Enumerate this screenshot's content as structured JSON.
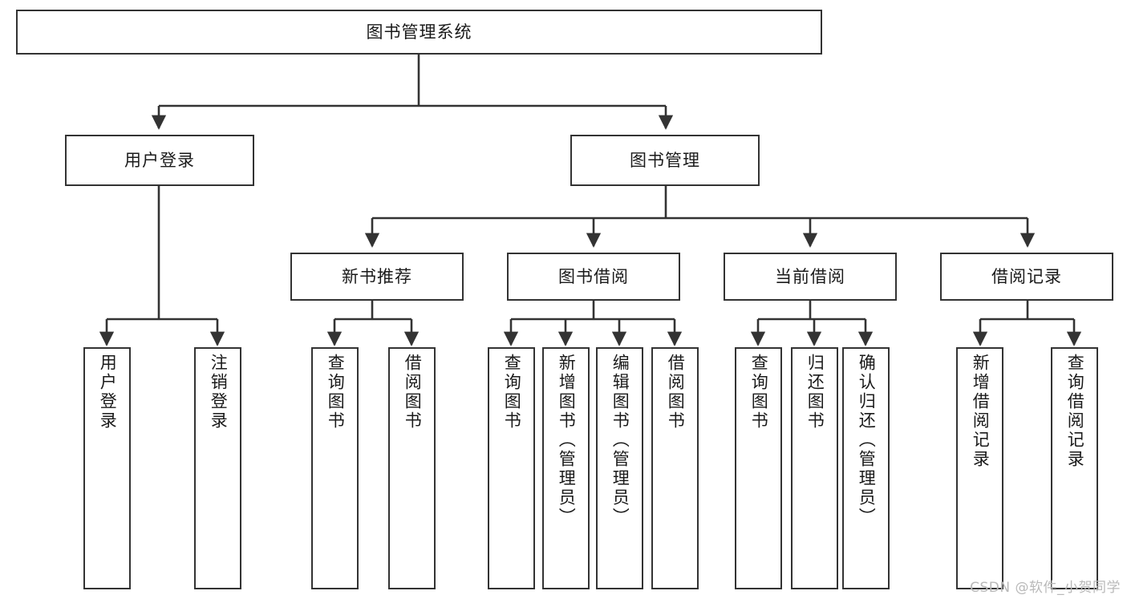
{
  "diagram": {
    "title": "图书管理系统",
    "type": "tree",
    "colors": {
      "border": "#333333",
      "background": "#ffffff",
      "text": "#1a1a1a",
      "watermark": "#b9b9b9"
    },
    "watermark": "CSDN @软件_小贺同学",
    "nodes": {
      "root": {
        "label": "图书管理系统"
      },
      "level2": [
        {
          "label": "用户登录"
        },
        {
          "label": "图书管理"
        }
      ],
      "level3": [
        {
          "label": "新书推荐"
        },
        {
          "label": "图书借阅"
        },
        {
          "label": "当前借阅"
        },
        {
          "label": "借阅记录"
        }
      ],
      "leaves": {
        "user_login": [
          {
            "label": "用户登录"
          },
          {
            "label": "注销登录"
          }
        ],
        "new_book": [
          {
            "label": "查询图书"
          },
          {
            "label": "借阅图书"
          }
        ],
        "book_borrow": [
          {
            "label": "查询图书"
          },
          {
            "label": "新增图书（管理员）"
          },
          {
            "label": "编辑图书（管理员）"
          },
          {
            "label": "借阅图书"
          }
        ],
        "current_borrow": [
          {
            "label": "查询图书"
          },
          {
            "label": "归还图书"
          },
          {
            "label": "确认归还（管理员）"
          }
        ],
        "borrow_record": [
          {
            "label": "新增借阅记录"
          },
          {
            "label": "查询借阅记录"
          }
        ]
      }
    }
  }
}
